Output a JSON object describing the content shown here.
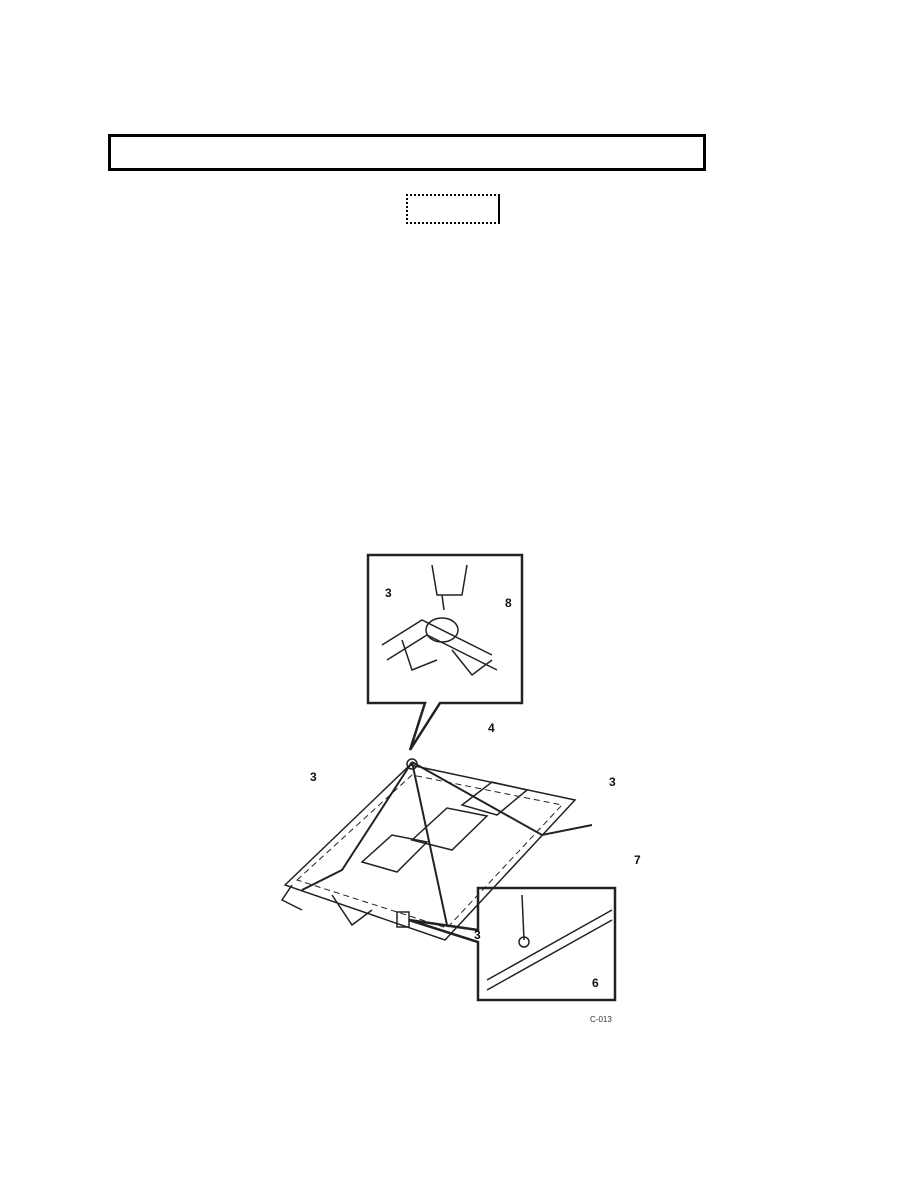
{
  "figure": {
    "callouts": [
      "3",
      "8",
      "4",
      "3",
      "3",
      "7",
      "3",
      "6"
    ],
    "figure_code": "C-013"
  }
}
